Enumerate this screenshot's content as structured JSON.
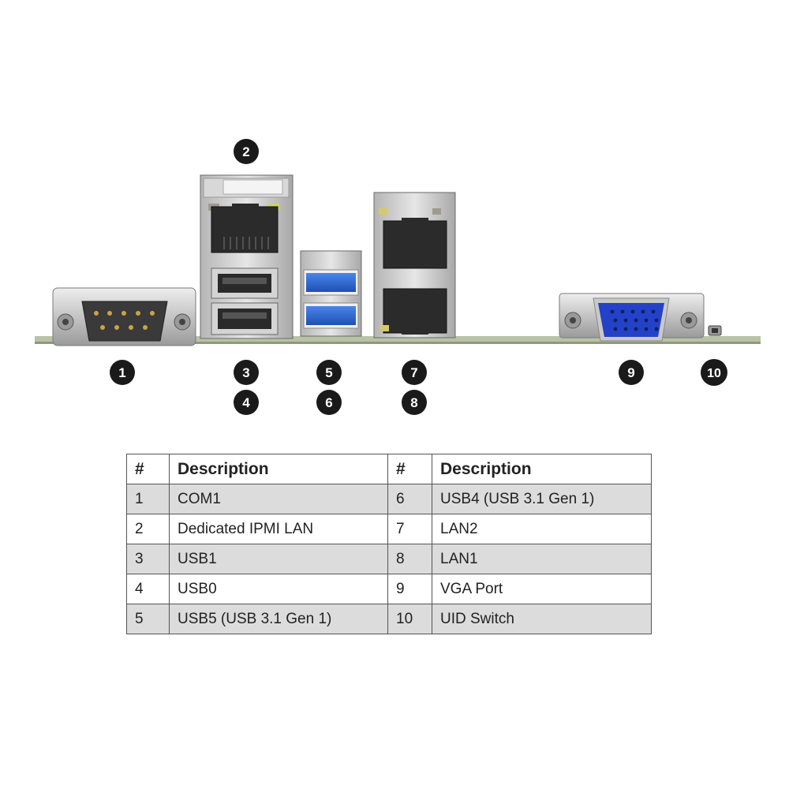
{
  "callouts": [
    "1",
    "2",
    "3",
    "4",
    "5",
    "6",
    "7",
    "8",
    "9",
    "10"
  ],
  "table": {
    "headers": [
      "#",
      "Description",
      "#",
      "Description"
    ],
    "rows": [
      [
        "1",
        "COM1",
        "6",
        "USB4 (USB 3.1 Gen 1)"
      ],
      [
        "2",
        "Dedicated IPMI LAN",
        "7",
        "LAN2"
      ],
      [
        "3",
        "USB1",
        "8",
        "LAN1"
      ],
      [
        "4",
        "USB0",
        "9",
        "VGA Port"
      ],
      [
        "5",
        "USB5 (USB 3.1 Gen 1)",
        "10",
        "UID Switch"
      ]
    ]
  },
  "colors": {
    "callout_fill": "#1a1a1a",
    "board_green": "#b9c2a6",
    "usb3_blue": "#2a63c8",
    "vga_blue": "#2442c8",
    "row_shade": "#dcdcdc"
  }
}
